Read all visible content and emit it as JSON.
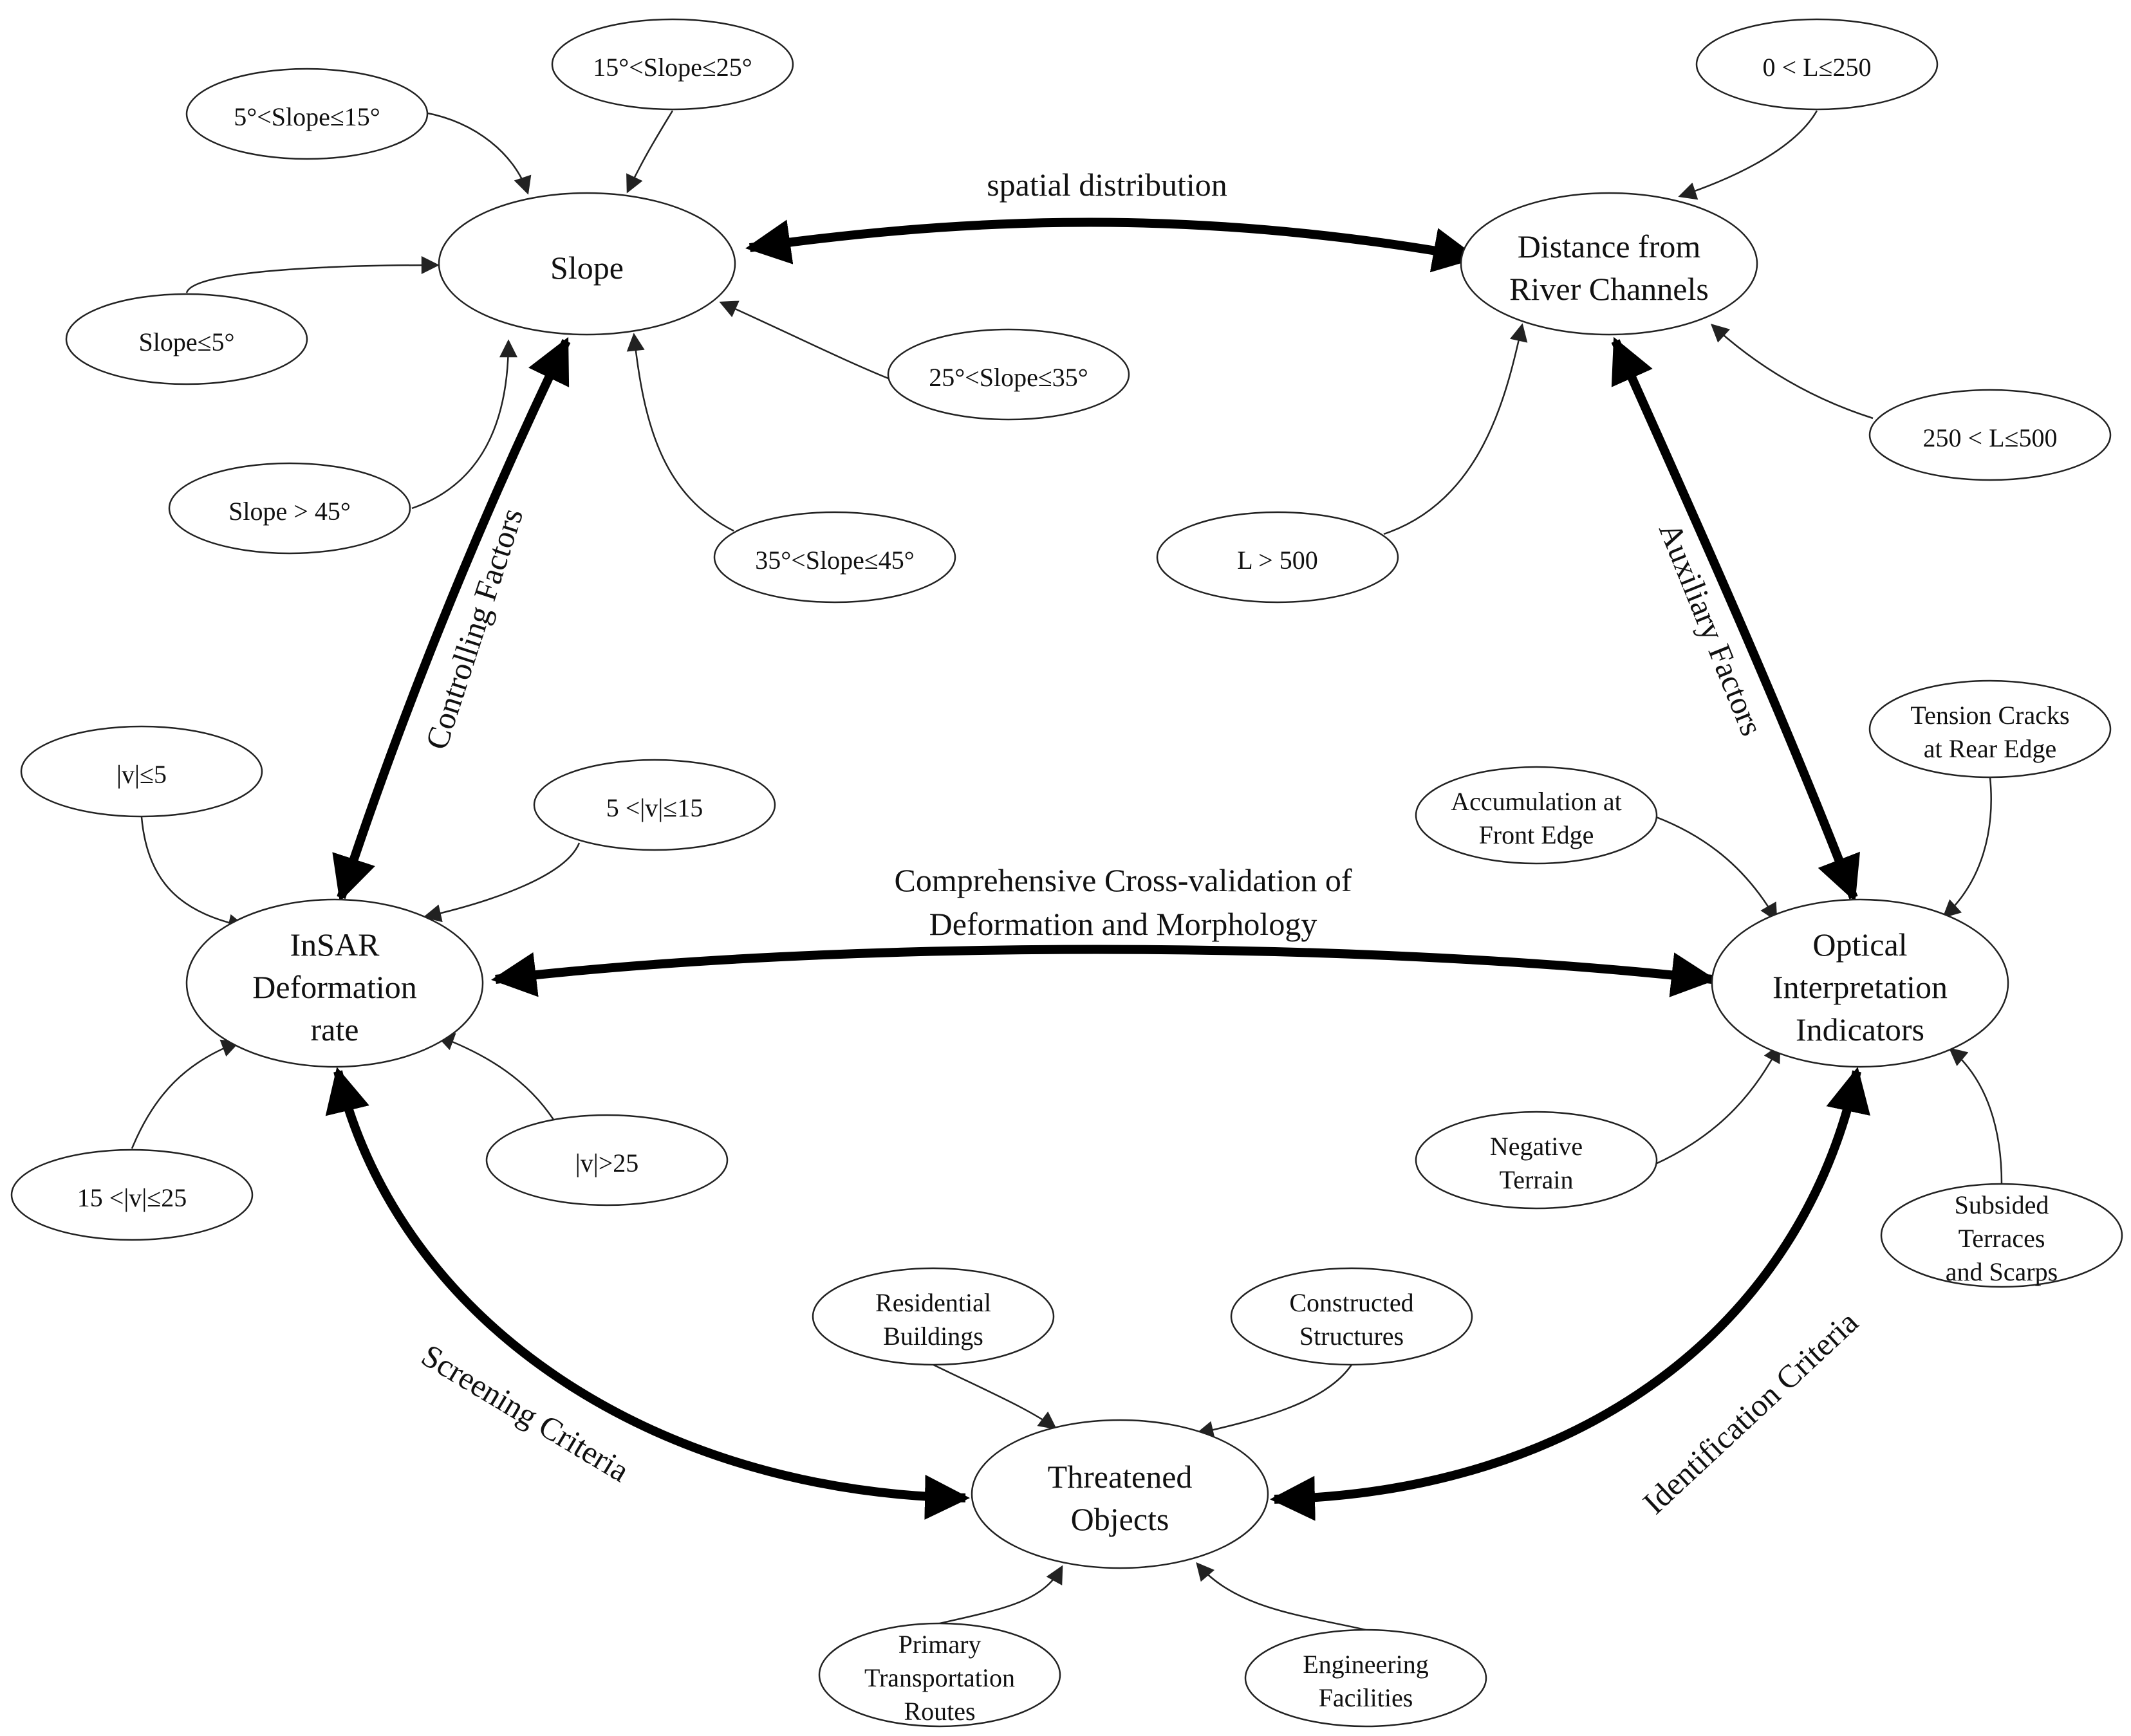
{
  "main_nodes": {
    "slope": [
      "Slope"
    ],
    "distance": [
      "Distance from",
      "River Channels"
    ],
    "insar": [
      "InSAR",
      "Deformation",
      "rate"
    ],
    "optical": [
      "Optical",
      "Interpretation",
      "Indicators"
    ],
    "threatened": [
      "Threatened",
      "Objects"
    ]
  },
  "sub_nodes": {
    "s1": [
      "5°<Slope≤15°"
    ],
    "s2": [
      "15°<Slope≤25°"
    ],
    "s3": [
      "Slope≤5°"
    ],
    "s4": [
      "25°<Slope≤35°"
    ],
    "s5": [
      "Slope > 45°"
    ],
    "s6": [
      "35°<Slope≤45°"
    ],
    "d1": [
      "0 < L≤250"
    ],
    "d2": [
      "250 < L≤500"
    ],
    "d3": [
      "L > 500"
    ],
    "v1": [
      "|v|≤5"
    ],
    "v2": [
      "5 <|v|≤15"
    ],
    "v3": [
      "15 <|v|≤25"
    ],
    "v4": [
      "|v|>25"
    ],
    "o1": [
      "Tension Cracks",
      "at Rear Edge"
    ],
    "o2": [
      "Accumulation at",
      "Front Edge"
    ],
    "o3": [
      "Negative",
      "Terrain"
    ],
    "o4": [
      "Subsided",
      "Terraces",
      "and Scarps"
    ],
    "t1": [
      "Residential",
      "Buildings"
    ],
    "t2": [
      "Constructed",
      "Structures"
    ],
    "t3": [
      "Primary",
      "Transportation",
      "Routes"
    ],
    "t4": [
      "Engineering",
      "Facilities"
    ]
  },
  "edge_labels": {
    "spatial": [
      "spatial distribution"
    ],
    "controlling": [
      "Controlling Factors"
    ],
    "auxiliary": [
      "Auxiliary Factors"
    ],
    "comprehensive": [
      "Comprehensive Cross-validation of",
      "Deformation and Morphology"
    ],
    "screening": [
      "Screening Criteria"
    ],
    "identification": [
      "Identification Criteria"
    ]
  }
}
